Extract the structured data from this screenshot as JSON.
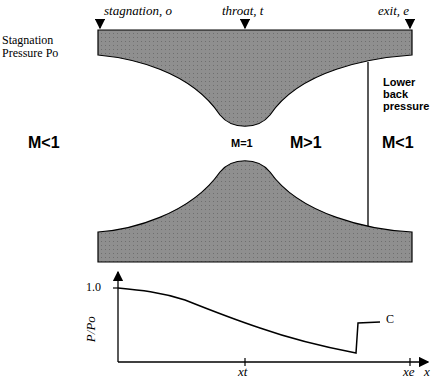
{
  "diagram": {
    "labels": [
      "stagnation, o",
      "throat, t",
      "exit, e",
      "Stagnation Pressure Po",
      "Lower back pressure",
      "M<1",
      "M=1",
      "M>1",
      "M<1",
      "1.0",
      "P/Po",
      "C",
      "xt",
      "xe",
      "x"
    ]
  }
}
